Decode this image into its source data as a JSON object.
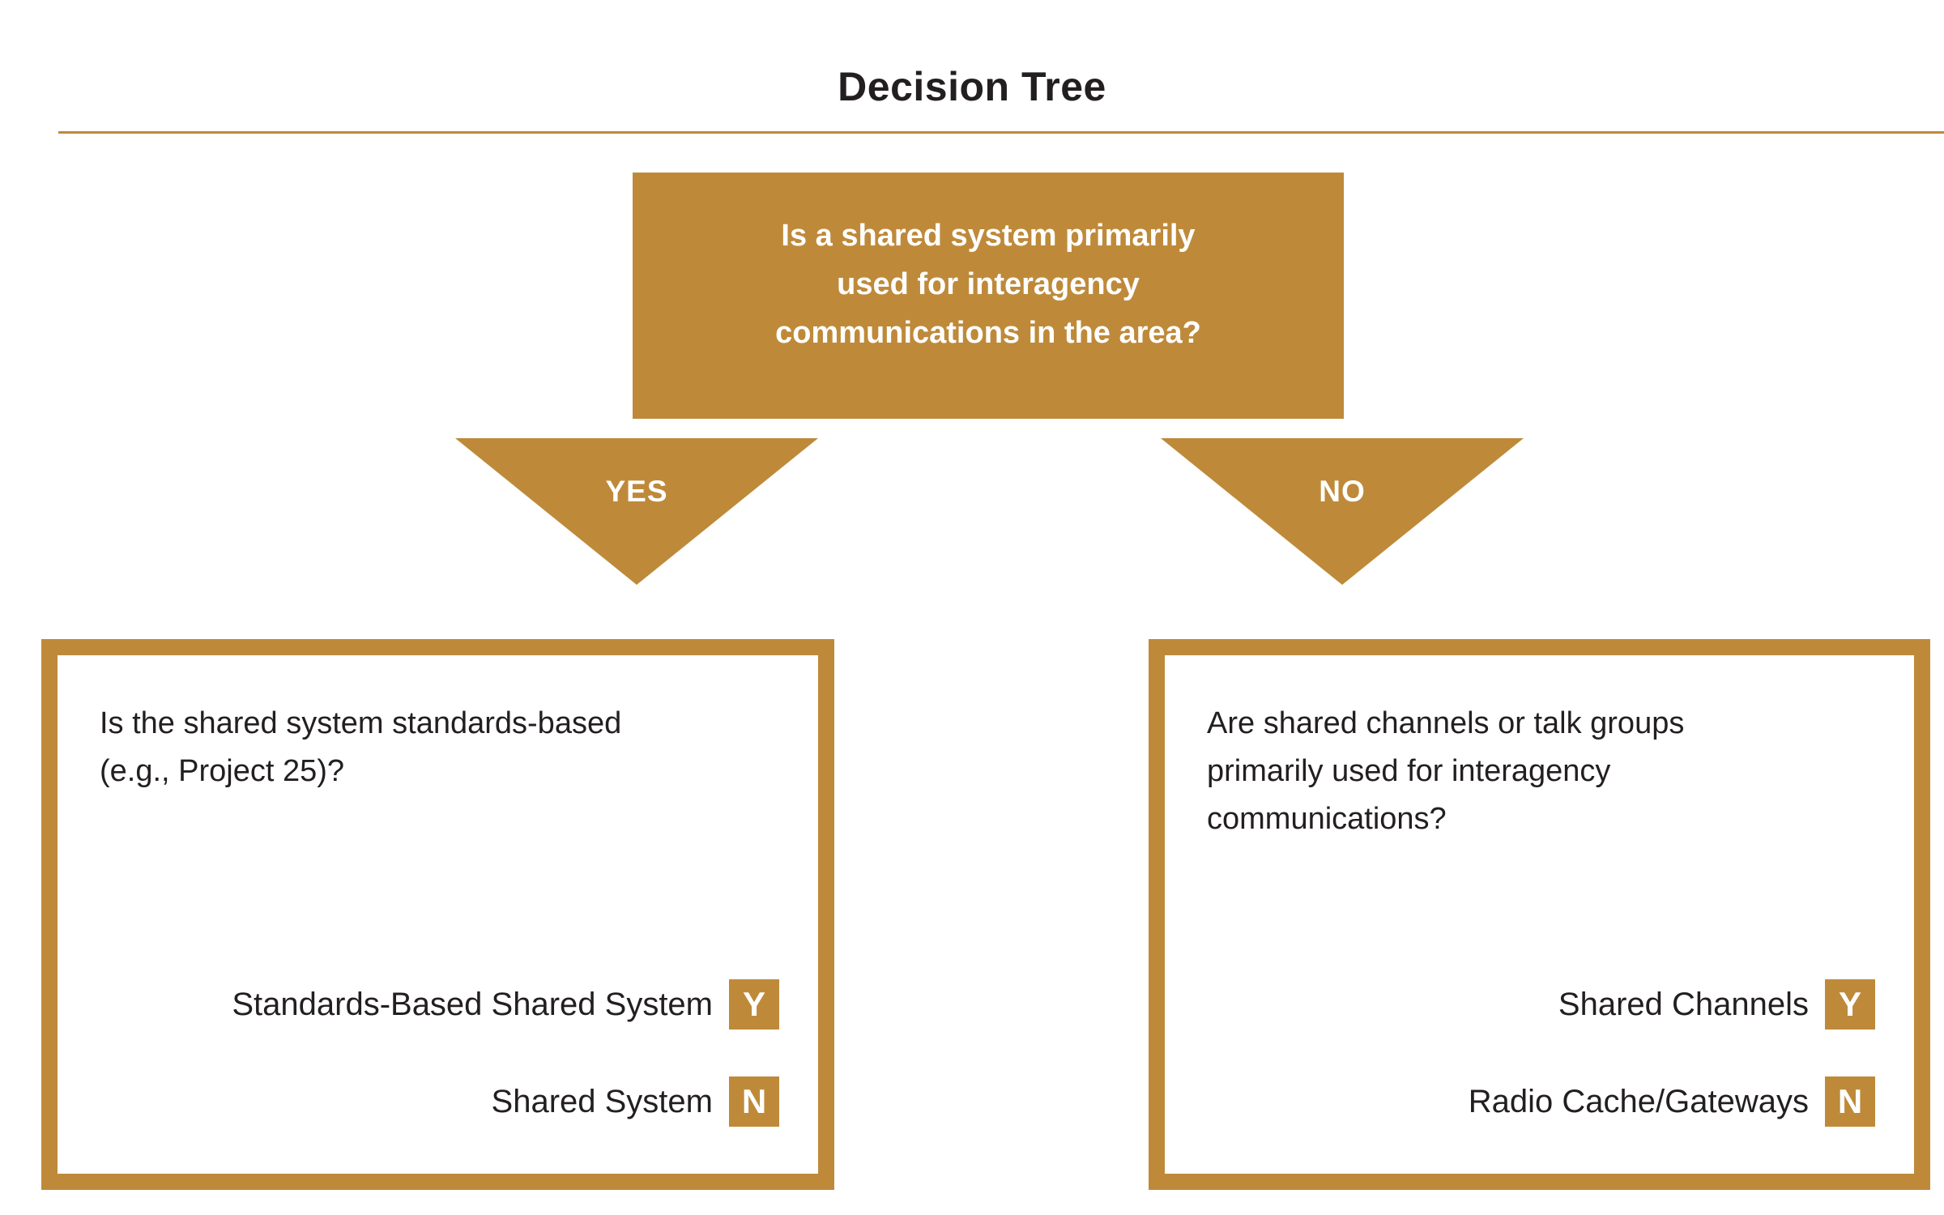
{
  "colors": {
    "accent": "#BE8A3A",
    "ink": "#231F20",
    "background": "#FFFFFF",
    "box_text_on_accent": "#FFFFFF"
  },
  "header": {
    "title": "Decision Tree"
  },
  "root": {
    "question": "Is a shared system primarily\nused for interagency\ncommunications in the area?"
  },
  "branches": {
    "yes_label": "YES",
    "no_label": "NO"
  },
  "left_box": {
    "question": "Is the shared system standards-based\n(e.g., Project 25)?",
    "outcomes": [
      {
        "label": "Standards-Based Shared System",
        "badge": "Y"
      },
      {
        "label": "Shared System",
        "badge": "N"
      }
    ]
  },
  "right_box": {
    "question": "Are shared channels or talk groups\nprimarily used for interagency\ncommunications?",
    "outcomes": [
      {
        "label": "Shared Channels",
        "badge": "Y"
      },
      {
        "label": "Radio Cache/Gateways",
        "badge": "N"
      }
    ]
  }
}
